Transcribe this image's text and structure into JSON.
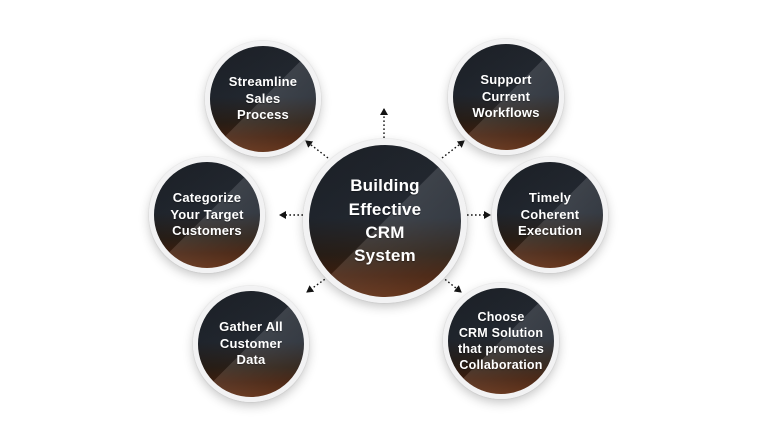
{
  "diagram": {
    "title": "Building Effective CRM System",
    "center": {
      "label": "Building\nEffective\nCRM\nSystem"
    },
    "nodes": [
      {
        "id": "streamline-sales-process",
        "position": "top-left",
        "label": "Streamline\nSales\nProcess"
      },
      {
        "id": "support-current-workflows",
        "position": "top-right",
        "label": "Support\nCurrent\nWorkflows"
      },
      {
        "id": "categorize-your-target-customers",
        "position": "middle-left",
        "label": "Categorize\nYour Target\nCustomers"
      },
      {
        "id": "timely-coherent-execution",
        "position": "middle-right",
        "label": "Timely\nCoherent\nExecution"
      },
      {
        "id": "gather-all-customer-data",
        "position": "bottom-left",
        "label": "Gather All\nCustomer\nData"
      },
      {
        "id": "choose-crm-solution",
        "position": "bottom-right",
        "label": "Choose\nCRM Solution\nthat promotes\nCollaboration"
      }
    ],
    "connectors": {
      "style": "dotted-arrow",
      "directions": [
        "up",
        "up-left",
        "up-right",
        "left",
        "right",
        "down-left",
        "down-right"
      ]
    },
    "colors": {
      "background": "#ffffff",
      "circle_slate_top": "#252a32",
      "circle_rust_bottom": "#5e2c12",
      "circle_rim": "#f2f2f3",
      "text": "#ffffff",
      "arrow": "#141414"
    }
  }
}
